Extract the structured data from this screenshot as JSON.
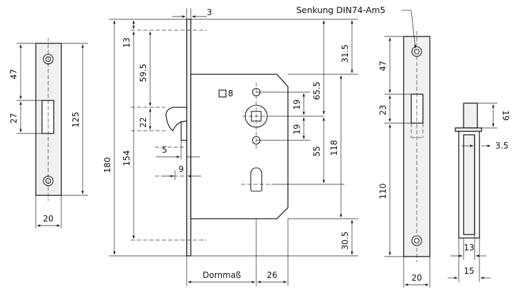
{
  "labels": {
    "countersink_note": "Senkung DIN74-Am5",
    "faceplate_thickness": "3",
    "top_offset": "13",
    "dim_59_5": "59.5",
    "dim_22": "22",
    "dim_154": "154",
    "dim_180": "180",
    "dim_5": "5",
    "dim_9": "9",
    "square_spindle": "8",
    "dim_31_5": "31.5",
    "dim_65_5": "65.5",
    "dim_19_top": "19",
    "dim_19_bottom": "19",
    "dim_55": "55",
    "dim_118": "118",
    "dim_30_5": "30.5",
    "backset": "Dornmaß",
    "dim_26": "26",
    "strike_47": "47",
    "strike_27": "27",
    "strike_125": "125",
    "strike_20": "20",
    "face_47": "47",
    "face_23": "23",
    "face_110": "110",
    "face_20": "20",
    "bolt_19": "19",
    "bolt_3_5": "3.5",
    "bolt_13": "13",
    "bolt_15": "15"
  }
}
